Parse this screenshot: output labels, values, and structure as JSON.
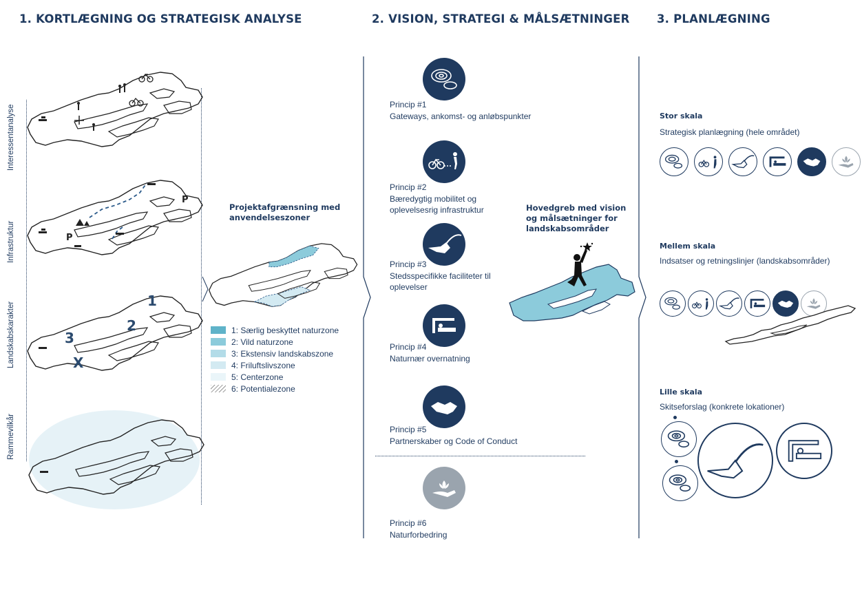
{
  "headings": {
    "col1": "1. KORTLÆGNING OG STRATEGISK ANALYSE",
    "col2": "2. VISION, STRATEGI & MÅLSÆTNINGER",
    "col3": "3. PLANLÆGNING"
  },
  "analysis_rows": [
    {
      "label": "Interessentanalyse"
    },
    {
      "label": "Infrastruktur"
    },
    {
      "label": "Landskabskarakter"
    },
    {
      "label": "Rammevilkår"
    }
  ],
  "map_marks": {
    "parking": "P",
    "zone1": "1",
    "zone2": "2",
    "zone3": "3",
    "zone_x": "X"
  },
  "project": {
    "title": "Projektafgrænsning med anvendelseszoner",
    "legend": [
      {
        "label": "1: Særlig beskyttet naturzone",
        "color": "#5fb3c9"
      },
      {
        "label": "2: Vild naturzone",
        "color": "#8ccbdb"
      },
      {
        "label": "3: Ekstensiv landskabszone",
        "color": "#b3dce8"
      },
      {
        "label": "4: Friluftslivszone",
        "color": "#d3eaf2"
      },
      {
        "label": "5: Centerzone",
        "color": "#eaf5f9"
      },
      {
        "label": "6: Potentialezone",
        "color": "hatched"
      }
    ]
  },
  "principles": [
    {
      "title": "Princip #1",
      "desc": "Gateways, ankomst- og anløbspunkter",
      "icon": "gateway-icon"
    },
    {
      "title": "Princip #2",
      "desc": "Bæredygtig mobilitet og oplevelsesrig infrastruktur",
      "icon": "mobility-icon"
    },
    {
      "title": "Princip #3",
      "desc": "Stedsspecifikke faciliteter til oplevelser",
      "icon": "facility-icon"
    },
    {
      "title": "Princip #4",
      "desc": "Naturnær overnatning",
      "icon": "overnight-icon"
    },
    {
      "title": "Princip #5",
      "desc": "Partnerskaber og Code of Conduct",
      "icon": "handshake-icon"
    },
    {
      "title": "Princip #6",
      "desc": "Naturforbedring",
      "icon": "nature-icon"
    }
  ],
  "vision": {
    "title": "Hovedgreb med vision og målsætninger for landskabsområder"
  },
  "scales": [
    {
      "title": "Stor skala",
      "desc": "Strategisk planlægning (hele området)"
    },
    {
      "title": "Mellem skala",
      "desc": "Indsatser og retningslinjer (landskabsområder)"
    },
    {
      "title": "Lille skala",
      "desc": "Skitseforslag (konkrete lokationer)"
    }
  ],
  "colors": {
    "navy": "#1f3a5f",
    "grey_icon": "#9aa4ae",
    "light_blue": "#8ccbdb",
    "pale_blue": "#e6f2f7"
  }
}
